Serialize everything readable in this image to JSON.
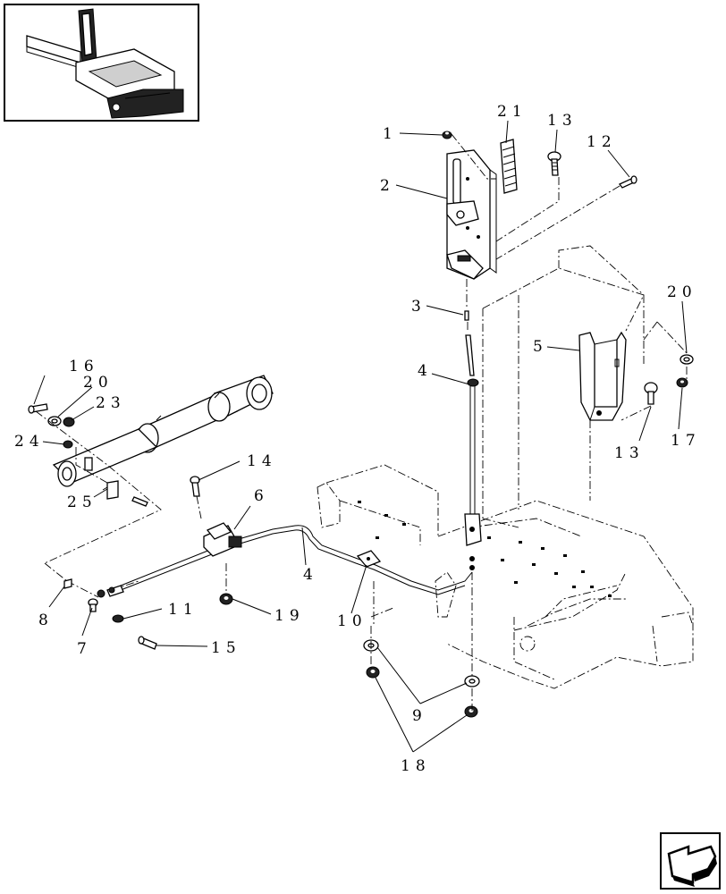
{
  "callouts": {
    "c1": "1",
    "c2": "2",
    "c3": "3",
    "c4a": "4",
    "c4b": "4",
    "c5": "5",
    "c6": "6",
    "c7": "7",
    "c8": "8",
    "c9": "9",
    "c10": "10",
    "c11": "11",
    "c12": "12",
    "c13a": "13",
    "c13b": "13",
    "c14": "14",
    "c15": "15",
    "c16": "16",
    "c17": "17",
    "c18": "18",
    "c19": "19",
    "c20a": "20",
    "c20b": "20",
    "c21": "21",
    "c23": "23",
    "c24": "24",
    "c25": "25"
  },
  "icons": {
    "inset": "location-thumbnail",
    "nav": "previous-page-arrow-icon"
  }
}
